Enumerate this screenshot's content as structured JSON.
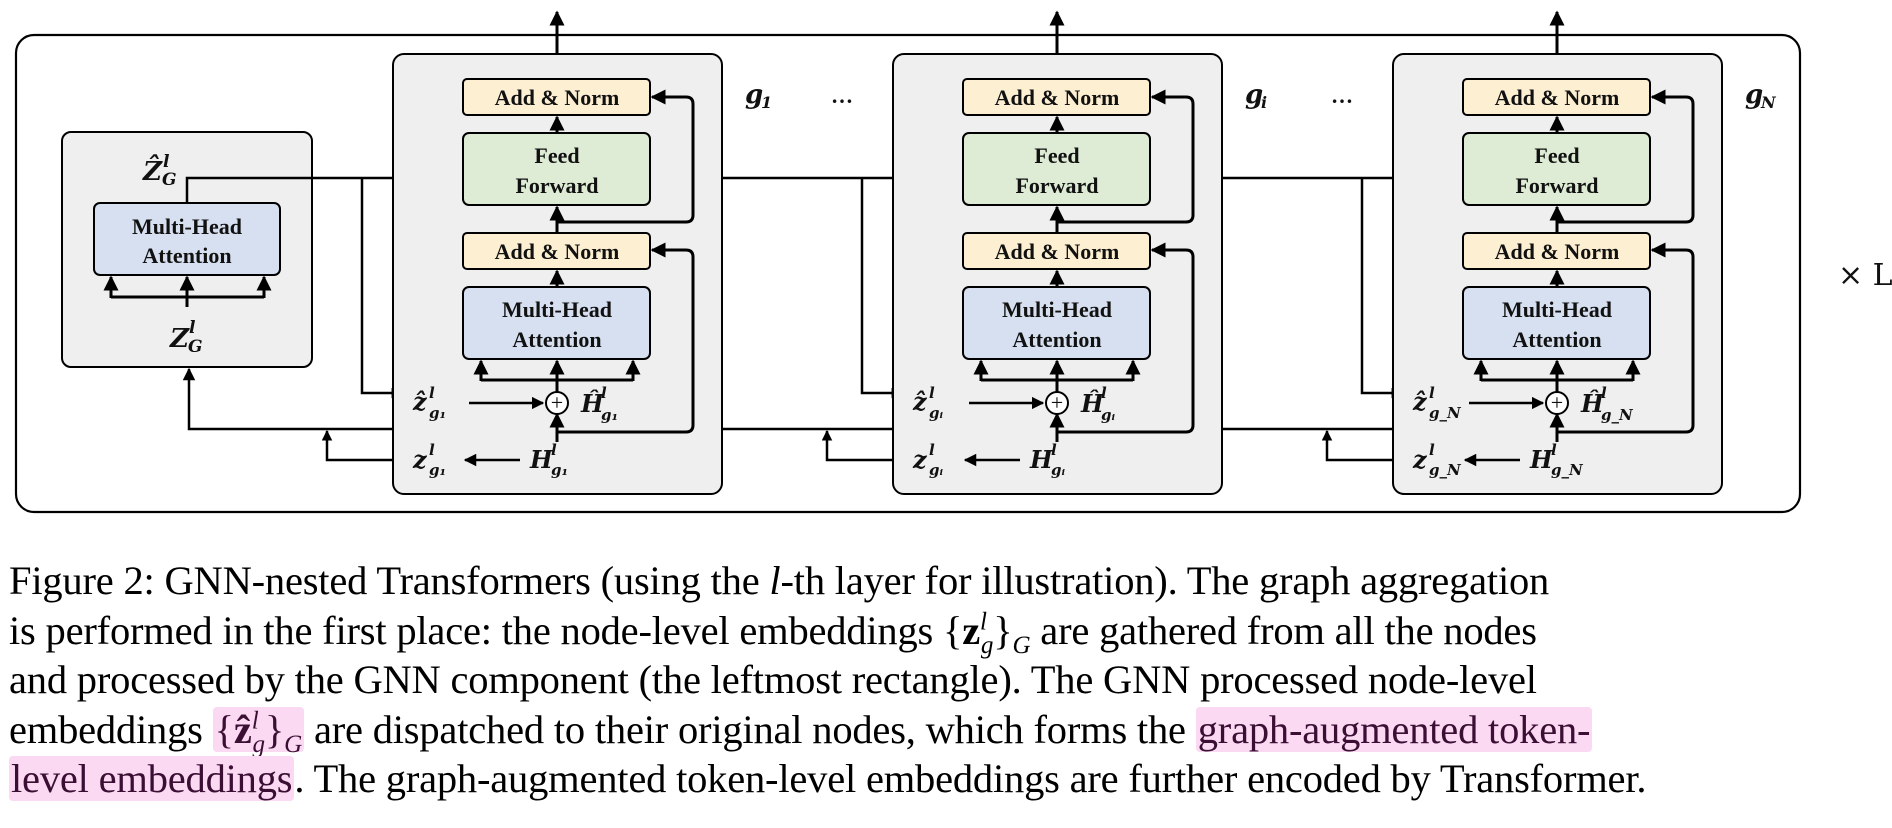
{
  "figure": {
    "repeat_label": "× L",
    "gnn_block": {
      "title_output": "Ẑ",
      "output_sup": "l",
      "output_sub": "G",
      "attention_line1": "Multi-Head",
      "attention_line2": "Attention",
      "input_symbol": "Z",
      "input_sup": "l",
      "input_sub": "G"
    },
    "node_blocks": [
      {
        "node_label": "g",
        "node_sub": "1",
        "ellipsis": "…",
        "add_norm_top": "Add & Norm",
        "feed_forward_line1": "Feed",
        "feed_forward_line2": "Forward",
        "add_norm_bottom": "Add & Norm",
        "attention_line1": "Multi-Head",
        "attention_line2": "Attention",
        "z_hat": "ẑ",
        "z_hat_sub": "g₁",
        "h_hat": "Ĥ",
        "h_hat_sub": "g₁",
        "z": "z",
        "z_sub": "g₁",
        "h": "H",
        "h_sub": "g₁",
        "sup": "l",
        "plus": "+"
      },
      {
        "node_label": "g",
        "node_sub": "i",
        "ellipsis": "…",
        "add_norm_top": "Add & Norm",
        "feed_forward_line1": "Feed",
        "feed_forward_line2": "Forward",
        "add_norm_bottom": "Add & Norm",
        "attention_line1": "Multi-Head",
        "attention_line2": "Attention",
        "z_hat": "ẑ",
        "z_hat_sub": "gᵢ",
        "h_hat": "Ĥ",
        "h_hat_sub": "gᵢ",
        "z": "z",
        "z_sub": "gᵢ",
        "h": "H",
        "h_sub": "gᵢ",
        "sup": "l",
        "plus": "+"
      },
      {
        "node_label": "g",
        "node_sub": "N",
        "ellipsis": "",
        "add_norm_top": "Add & Norm",
        "feed_forward_line1": "Feed",
        "feed_forward_line2": "Forward",
        "add_norm_bottom": "Add & Norm",
        "attention_line1": "Multi-Head",
        "attention_line2": "Attention",
        "z_hat": "ẑ",
        "z_hat_sub": "g_N",
        "h_hat": "Ĥ",
        "h_hat_sub": "g_N",
        "z": "z",
        "z_sub": "g_N",
        "h": "H",
        "h_sub": "g_N",
        "sup": "l",
        "plus": "+"
      }
    ],
    "colors": {
      "add_norm": "#fdf0d2",
      "feed_forward": "#deebd5",
      "attention": "#d7e0f0",
      "block_bg": "#efefef",
      "highlight": "#fbd9f3"
    }
  },
  "caption": {
    "line1_a": "Figure 2: GNN-nested Transformers (using the ",
    "line1_l": "l",
    "line1_b": "-th layer for illustration).  The graph aggregation",
    "line2_a": "is performed in the first place: the node-level embeddings {",
    "line2_z": "z",
    "line2_sup": "l",
    "line2_sub": "g",
    "line2_G": "G",
    "line2_b": " are gathered from all the nodes",
    "line3": "and processed by the GNN component (the leftmost rectangle).  The GNN processed node-level",
    "line4_a": "embeddings ",
    "line4_open": "{",
    "line4_z": "ẑ",
    "line4_sup": "l",
    "line4_sub": "g",
    "line4_close": "}",
    "line4_G": "G",
    "line4_b": " are dispatched to their original nodes, which forms the ",
    "line4_hl": "graph-augmented token-",
    "line5_hl": "level embeddings",
    "line5_b": ". The graph-augmented token-level embeddings are further encoded by Transformer."
  }
}
